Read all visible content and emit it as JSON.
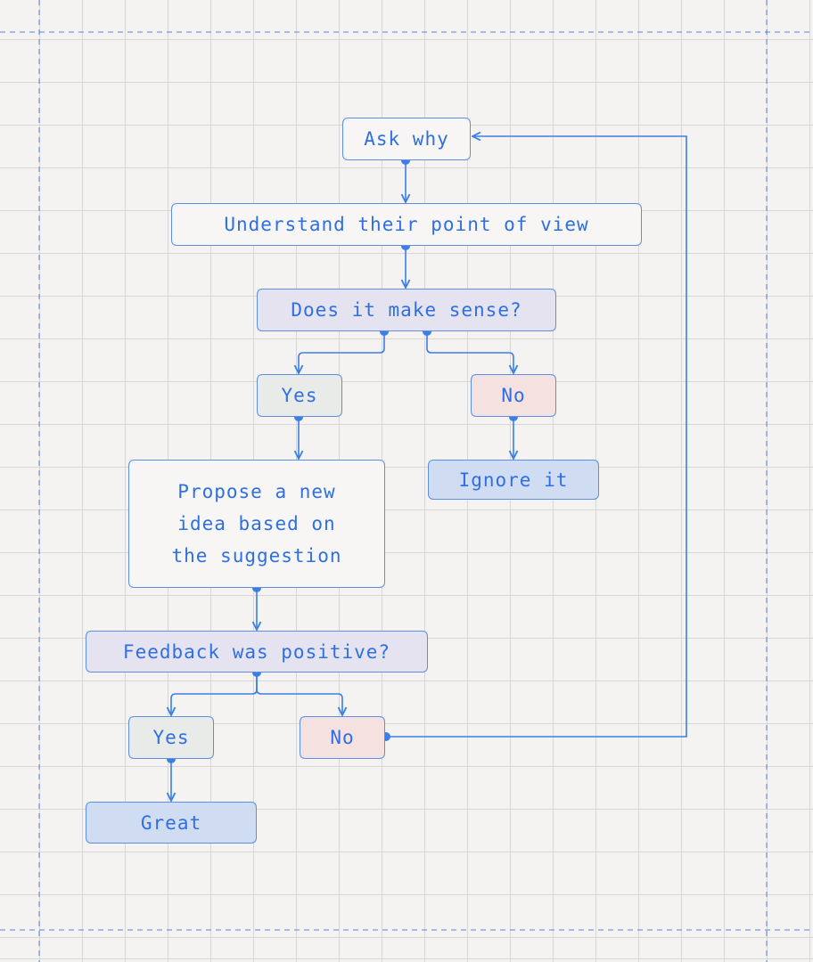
{
  "colors": {
    "accent": "#3b7fe6",
    "question_fill": "#e6e3f1",
    "yes_fill": "#e9ebe8",
    "no_fill": "#f6e1e1",
    "terminal_fill": "#cfdcf2"
  },
  "nodes": {
    "ask_why": "Ask why",
    "understand": "Understand their point of view",
    "makes_sense": "Does it make sense?",
    "yes_1": "Yes",
    "no_1": "No",
    "ignore": "Ignore it",
    "propose": "Propose a new\nidea based on\nthe suggestion",
    "feedback": "Feedback was positive?",
    "yes_2": "Yes",
    "no_2": "No",
    "great": "Great"
  }
}
